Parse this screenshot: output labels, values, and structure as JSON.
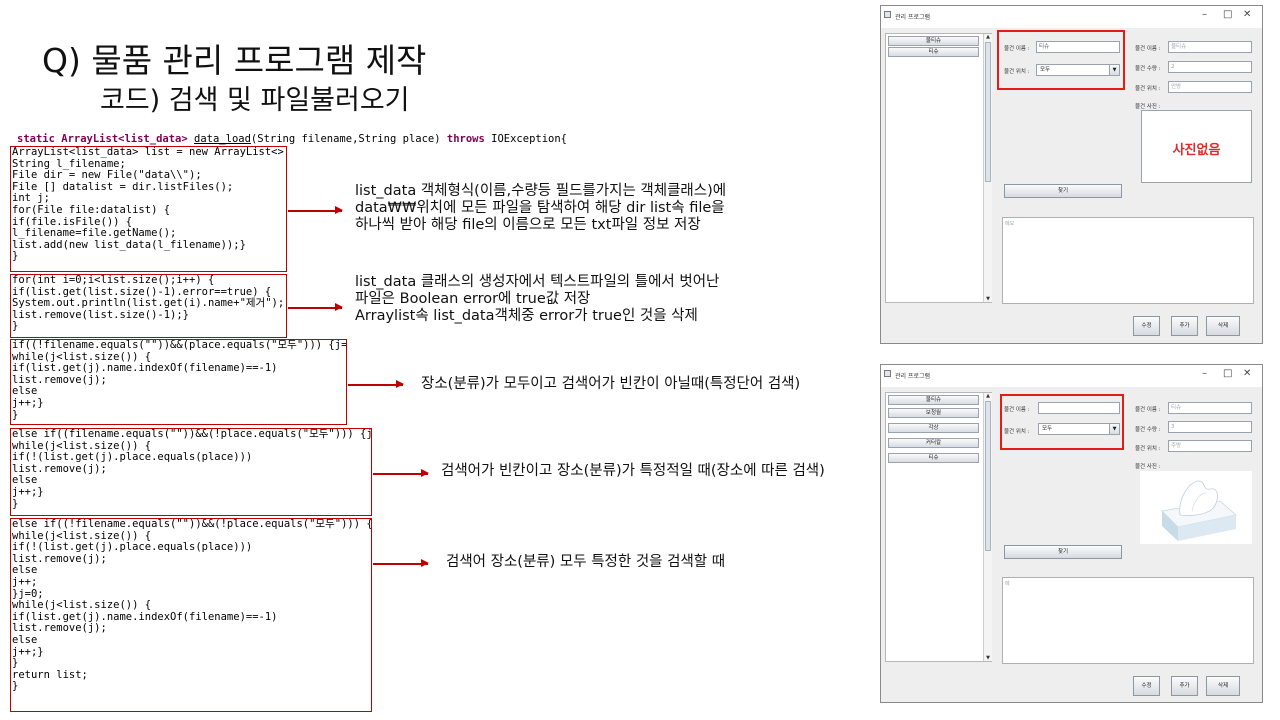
{
  "slide": {
    "title": "Q) 물품 관리 프로그램 제작",
    "subtitle": "코드) 검색 및 파일불러오기"
  },
  "code": {
    "signature": {
      "prefix": "static ArrayList<list_data> ",
      "method": "data_load",
      "params": "(String filename,String place) ",
      "throws_kw": "throws",
      "throws_rest": " IOException{"
    },
    "block1": "ArrayList<list_data> list = new ArrayList<>();\nString l_filename;\nFile dir = new File(\"data\\\\\");\nFile [] datalist = dir.listFiles();\nint j;\nfor(File file:datalist) {\nif(file.isFile()) {\nl_filename=file.getName();\nlist.add(new list_data(l_filename));}\n}",
    "block2": "for(int i=0;i<list.size();i++) {\nif(list.get(list.size()-1).error==true) {\nSystem.out.println(list.get(i).name+\"제거\");\nlist.remove(list.size()-1);}\n}",
    "block3": "if((!filename.equals(\"\"))&&(place.equals(\"모두\"))) {j=0;\nwhile(j<list.size()) {\nif(list.get(j).name.indexOf(filename)==-1)\nlist.remove(j);\nelse\nj++;}\n}",
    "block4": "else if((filename.equals(\"\"))&&(!place.equals(\"모두\"))) {j=0;\nwhile(j<list.size()) {\nif(!(list.get(j).place.equals(place)))\nlist.remove(j);\nelse\nj++;}\n}",
    "block5": "else if((!filename.equals(\"\"))&&(!place.equals(\"모두\"))) {j=0;\nwhile(j<list.size()) {\nif(!(list.get(j).place.equals(place)))\nlist.remove(j);\nelse\nj++;\n}j=0;\nwhile(j<list.size()) {\nif(list.get(j).name.indexOf(filename)==-1)\nlist.remove(j);\nelse\nj++;}\n}\nreturn list;\n}"
  },
  "annotations": {
    "a1": "list_data 객체형식(이름,수량등 필드를가지는 객체클래스)에\ndata₩₩위치에 모든 파일을 탐색하여 해당 dir list속 file을\n하나씩 받아 해당 file의 이름으로 모든 txt파일 정보 저장",
    "a2": "list_data 클래스의 생성자에서 텍스트파일의 틀에서 벗어난\n파일은 Boolean error에 true값 저장\nArraylist속 list_data객체중 error가 true인 것을 삭제",
    "a3": "장소(분류)가 모두이고 검색어가 빈칸이 아닐때(특정단어 검색)",
    "a4": "검색어가 빈칸이고 장소(분류)가 특정적일 때(장소에 따른 검색)",
    "a5": "검색어 장소(분류) 모두 특정한 것을 검색할 때"
  },
  "window1": {
    "title": "관리 프로그램",
    "controls": [
      "–",
      "□",
      "✕"
    ],
    "categories": [
      "물티슈",
      "티슈"
    ],
    "search_name_label": "물건 이름 :",
    "search_name_value": "티슈",
    "place_label": "물건 위치 :",
    "place_value": "모두",
    "search_button": "찾기",
    "detail_name_label": "물건 이름 :",
    "detail_name_value": "물티슈",
    "detail_qty_label": "물건 수량 :",
    "detail_qty_value": "2",
    "detail_place_label": "물건 위치 :",
    "detail_place_value": "안방",
    "photo_label": "물건 사진 :",
    "no_photo_text": "사진없음",
    "memo_text": "메모",
    "buttons": [
      "수정",
      "추가",
      "삭제"
    ]
  },
  "window2": {
    "title": "관리 프로그램",
    "controls": [
      "–",
      "□",
      "✕"
    ],
    "categories": [
      "물티슈",
      "보청월",
      "각상",
      "커터칼",
      "티슈"
    ],
    "search_name_label": "물건 이름 :",
    "search_name_value": "",
    "place_label": "물건 위치 :",
    "place_value": "모두",
    "search_button": "찾기",
    "detail_name_label": "물건 이름 :",
    "detail_name_value": "티슈",
    "detail_qty_label": "물건 수량 :",
    "detail_qty_value": "3",
    "detail_place_label": "물건 위치 :",
    "detail_place_value": "주방",
    "photo_label": "물건 사진 :",
    "memo_text": "메",
    "buttons": [
      "수정",
      "추가",
      "삭제"
    ]
  },
  "colors": {
    "highlight_red": "#e31b1b",
    "code_box_red": "#c00000",
    "keyword_purple": "#7f0055",
    "no_photo_red": "#e0292b"
  },
  "icons": {
    "window_icon": "java-app-icon",
    "tissue_image": "tissue-box-image"
  }
}
